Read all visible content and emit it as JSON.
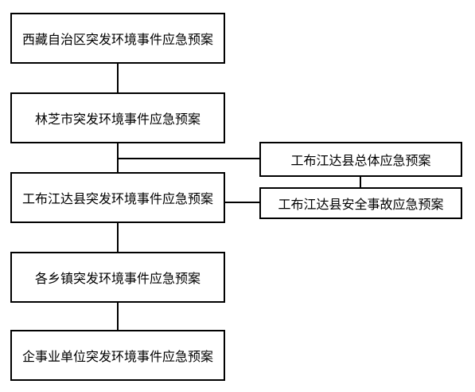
{
  "diagram": {
    "main_chain": [
      "西藏自治区突发环境事件应急预案",
      "林芝市突发环境事件应急预案",
      "工布江达县突发环境事件应急预案",
      "各乡镇突发环境事件应急预案",
      "企事业单位突发环境事件应急预案"
    ],
    "side_plans": [
      "工布江达县总体应急预案",
      "工布江达县安全事故应急预案"
    ],
    "colors": {
      "border": "#000000",
      "background": "#ffffff",
      "text": "#000000"
    }
  }
}
